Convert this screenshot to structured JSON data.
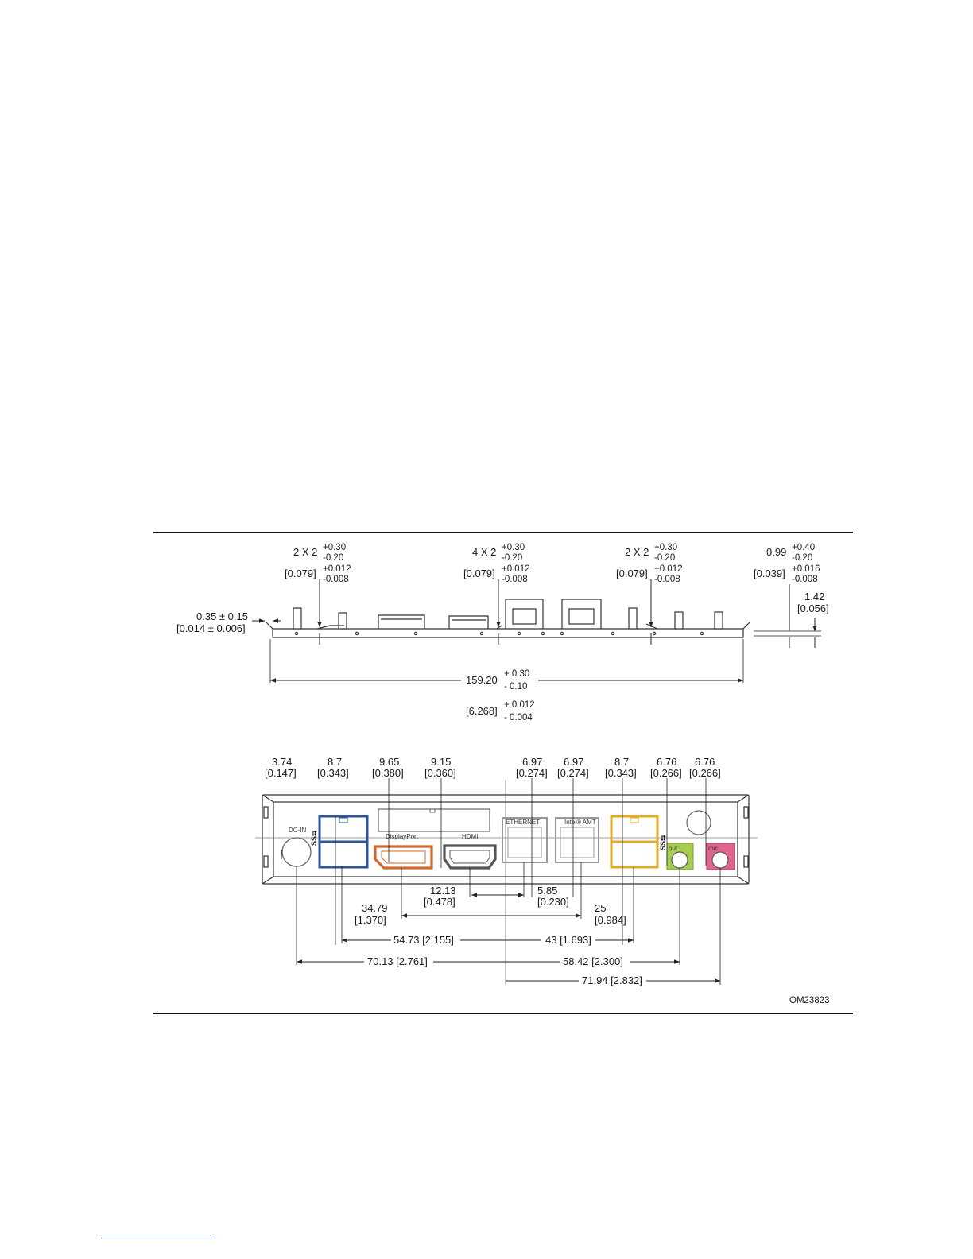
{
  "figure": {
    "id": "OM23823",
    "top_view": {
      "pin_callouts": [
        {
          "qty": "2 X 2",
          "tol_mm": [
            "+0.30",
            "-0.20"
          ],
          "in": "[0.079]",
          "tol_in": [
            "+0.012",
            "-0.008"
          ]
        },
        {
          "qty": "4 X 2",
          "tol_mm": [
            "+0.30",
            "-0.20"
          ],
          "in": "[0.079]",
          "tol_in": [
            "+0.012",
            "-0.008"
          ]
        },
        {
          "qty": "2 X 2",
          "tol_mm": [
            "+0.30",
            "-0.20"
          ],
          "in": "[0.079]",
          "tol_in": [
            "+0.012",
            "-0.008"
          ]
        },
        {
          "qty": "0.99",
          "tol_mm": [
            "+0.40",
            "-0.20"
          ],
          "in": "[0.039]",
          "tol_in": [
            "+0.016",
            "-0.008"
          ]
        }
      ],
      "thickness": {
        "mm": "1.42",
        "in": "[0.056]"
      },
      "left_offset": {
        "mm": "0.35 ± 0.15",
        "in": "[0.014 ± 0.006]"
      },
      "overall_width": {
        "mm": "159.20",
        "tol_mm": [
          "+ 0.30",
          "- 0.10"
        ],
        "in": "[6.268]",
        "tol_in": [
          "+ 0.012",
          "- 0.004"
        ]
      }
    },
    "front_view": {
      "top_dims": [
        {
          "mm": "3.74",
          "in": "[0.147]"
        },
        {
          "mm": "8.7",
          "in": "[0.343]"
        },
        {
          "mm": "9.65",
          "in": "[0.380]"
        },
        {
          "mm": "9.15",
          "in": "[0.360]"
        },
        {
          "mm": "6.97",
          "in": "[0.274]"
        },
        {
          "mm": "6.97",
          "in": "[0.274]"
        },
        {
          "mm": "8.7",
          "in": "[0.343]"
        },
        {
          "mm": "6.76",
          "in": "[0.266]"
        },
        {
          "mm": "6.76",
          "in": "[0.266]"
        }
      ],
      "port_labels": {
        "dc_in": "DC-IN",
        "displayport": "DisplayPort",
        "hdmi": "HDMI",
        "ethernet": "ETHERNET",
        "amt": "Intel® AMT",
        "audio_out": "out",
        "mic": "mic"
      },
      "bottom_dims": {
        "d1213": {
          "mm": "12.13",
          "in": "[0.478]"
        },
        "d585": {
          "mm": "5.85",
          "in": "[0.230]"
        },
        "d3479": {
          "mm": "34.79",
          "in": "[1.370]"
        },
        "d25": {
          "mm": "25",
          "in": "[0.984]"
        },
        "d5473": "54.73 [2.155]",
        "d43": "43 [1.693]",
        "d7013": "70.13 [2.761]",
        "d5842": "58.42 [2.300]",
        "d7194": "71.94 [2.832]"
      }
    },
    "colors": {
      "usb_blue": "#2e5597",
      "displayport_orange": "#cf6a2d",
      "usb_yellow": "#e5a92d",
      "audio_green": "#a6cc50",
      "mic_pink": "#e0648f",
      "port_gray": "#8a8a8a"
    }
  }
}
